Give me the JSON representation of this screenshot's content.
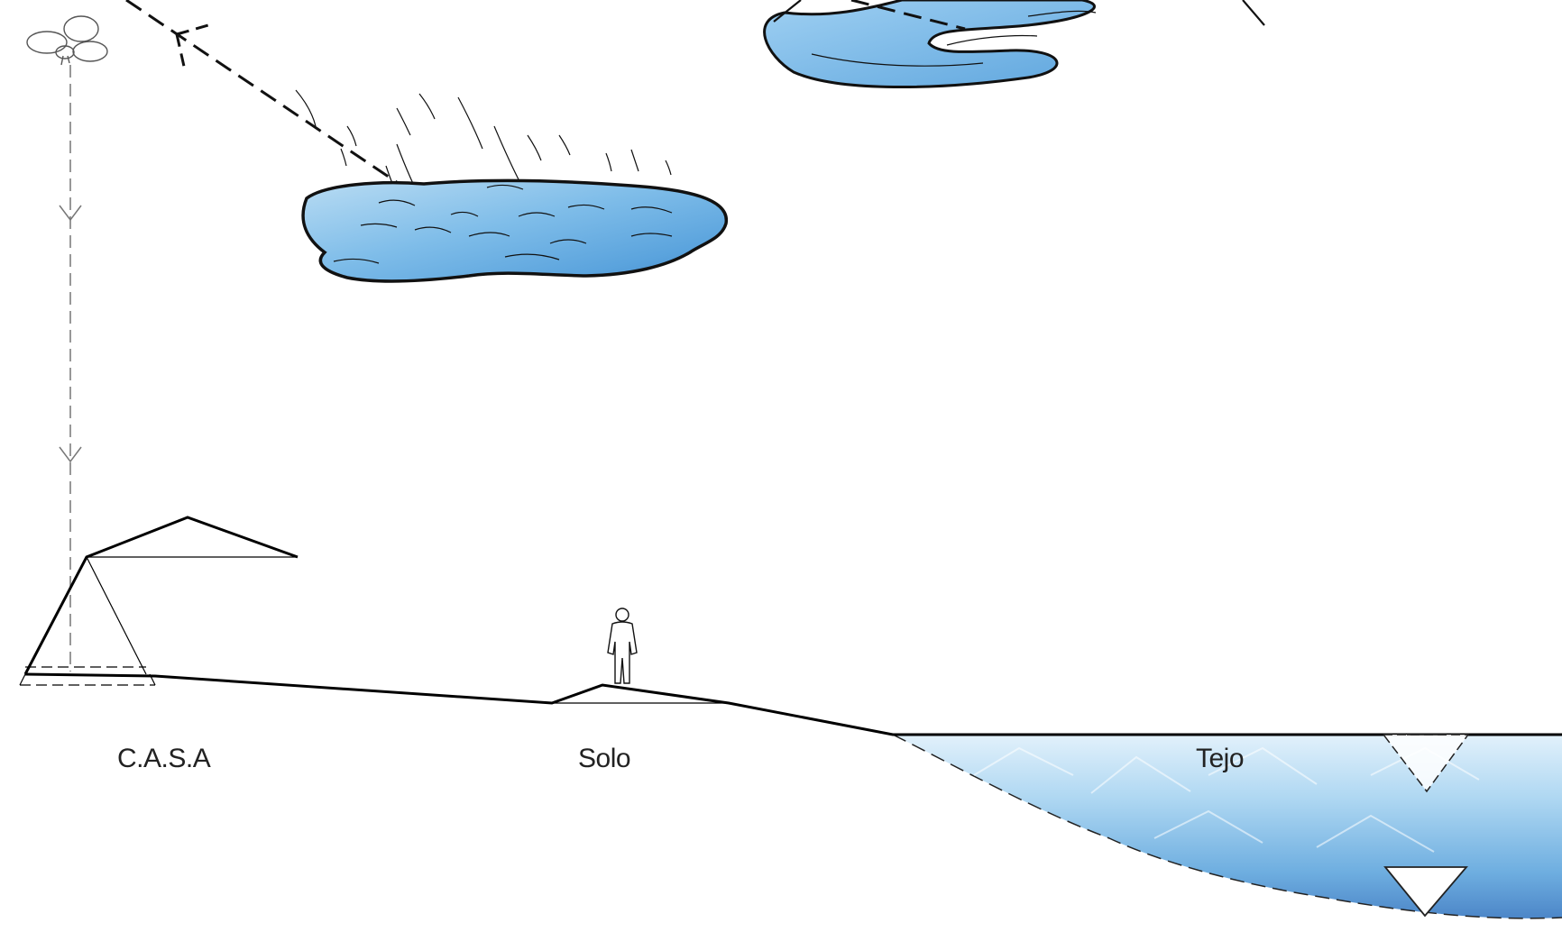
{
  "labels": {
    "casa": "C.A.S.A",
    "solo": "Solo",
    "tejo": "Tejo"
  },
  "colors": {
    "line": "#000000",
    "water_light": "#cfe6f6",
    "water_mid": "#8fc6ec",
    "water_deep": "#4f93d3",
    "label": "#222222"
  },
  "icons": {
    "cloud": "cloud-icon",
    "person": "person-silhouette-icon",
    "water_level": "water-level-triangle-icon"
  }
}
